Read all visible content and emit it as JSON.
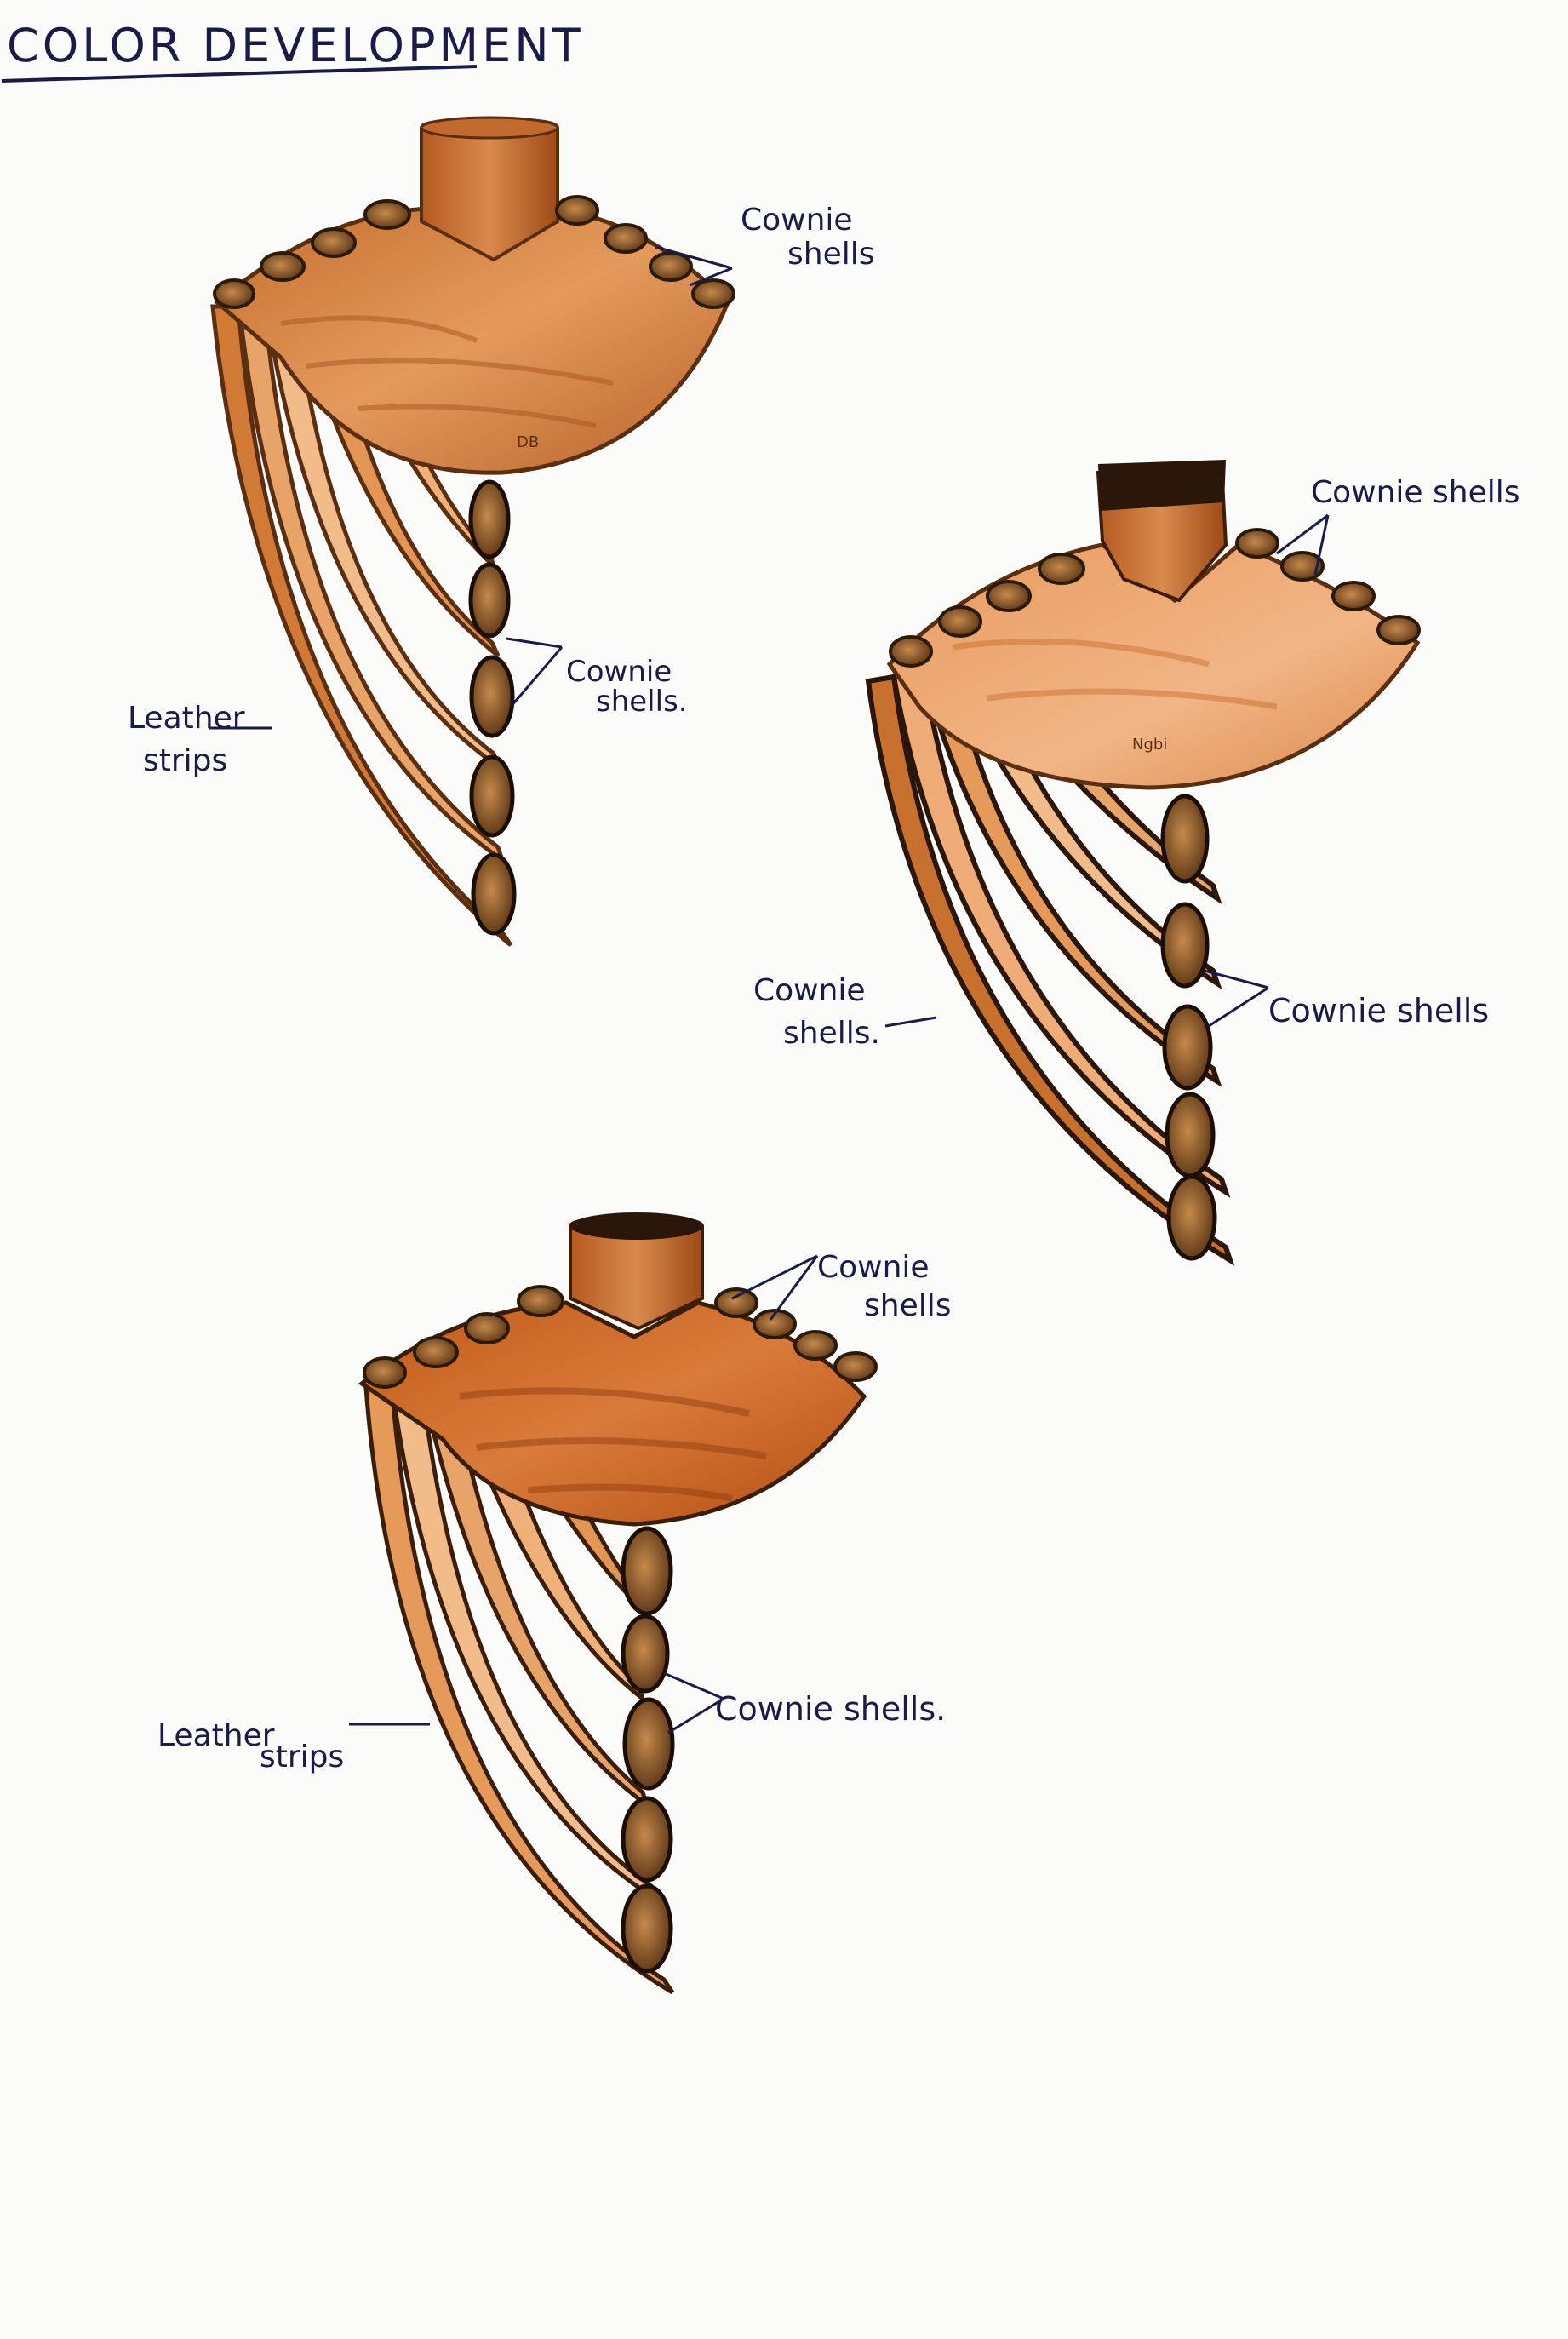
{
  "page": {
    "title": "COLOR DEVELOPMENT",
    "colors": {
      "paper": "#fbfbfa",
      "leather_light": "#e9a063",
      "leather_mid": "#c8712f",
      "leather_dark": "#a4511f",
      "shell": "#8a5a2a",
      "ink": "#1b1b4a"
    }
  },
  "sketches": [
    {
      "labels": {
        "top": [
          "Cownie",
          "shells"
        ],
        "middle": [
          "Cownie",
          "shells."
        ],
        "side": [
          "Leather",
          "strips"
        ]
      },
      "signature": "DB"
    },
    {
      "labels": {
        "top": [
          "Cownie shells"
        ],
        "middle": [
          "Cownie shells"
        ],
        "side": [
          "Cownie",
          "shells."
        ]
      },
      "signature": "Ngbi"
    },
    {
      "labels": {
        "top": [
          "Cownie",
          "shells"
        ],
        "middle": [
          "Cownie shells."
        ],
        "side": [
          "Leather",
          "strips"
        ]
      },
      "signature": ""
    }
  ]
}
